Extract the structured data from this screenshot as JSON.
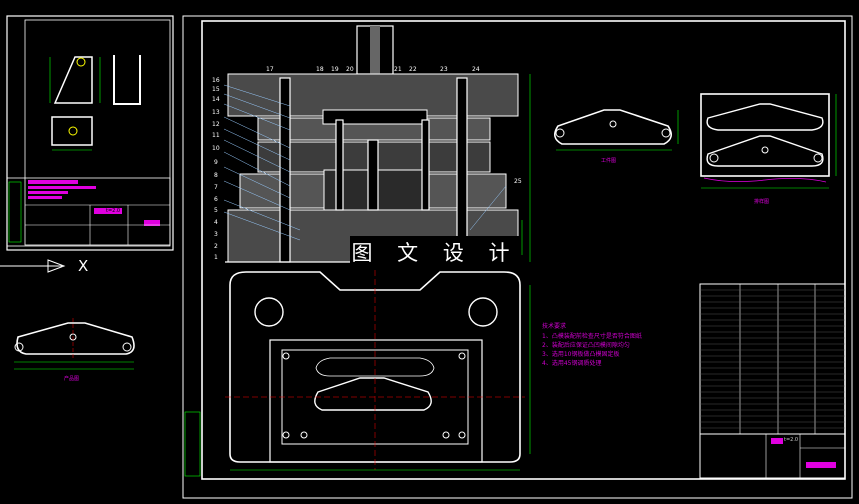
{
  "watermark": "图 文 设 计",
  "axis_label": "X",
  "part_numbers_left": [
    "16",
    "15",
    "14",
    "13",
    "12",
    "11",
    "10",
    "9",
    "8",
    "7",
    "6",
    "5",
    "4",
    "3",
    "2",
    "1"
  ],
  "part_numbers_top": [
    "17",
    "18",
    "19",
    "20",
    "21",
    "22",
    "23",
    "24"
  ],
  "part_number_right": "25",
  "notes": {
    "title": "技术要求",
    "lines": [
      "1、凸模装配前检查尺寸是否符合图纸",
      "2、装配后应保证凸凹模间隙均匀",
      "3、选用10钢板做凸模固定板",
      "4、选用45钢调质处理"
    ]
  },
  "views": {
    "workpiece": "工件图",
    "strip": "排样图",
    "product": "产品图"
  },
  "title_block": {
    "thickness": "t=2.0"
  }
}
